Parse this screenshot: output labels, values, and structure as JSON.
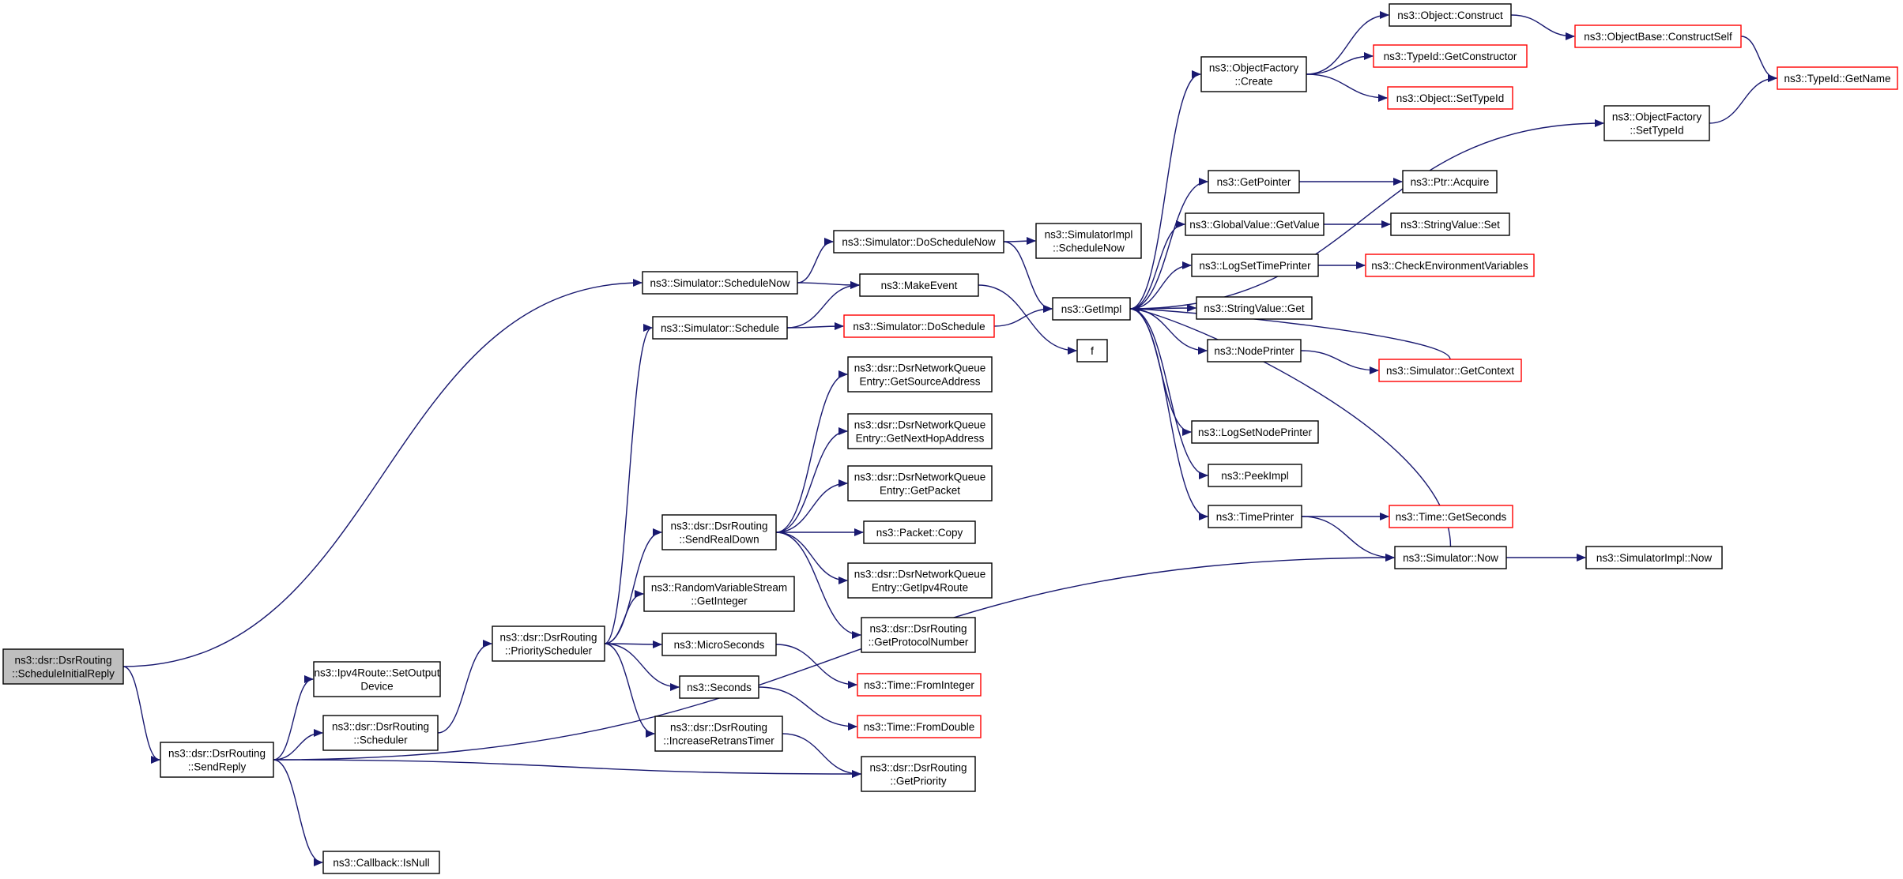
{
  "colors": {
    "edge": "#191970",
    "border": "#000000",
    "truncated_border": "#ff0000",
    "root_fill": "#bfbfbf",
    "node_fill": "#ffffff"
  },
  "nodes": [
    {
      "id": "n_schedule_initial_reply",
      "lines": [
        "ns3::dsr::DsrRouting",
        "::ScheduleInitialReply"
      ],
      "kind": "root"
    },
    {
      "id": "n_send_reply",
      "lines": [
        "ns3::dsr::DsrRouting",
        "::SendReply"
      ],
      "kind": "normal"
    },
    {
      "id": "n_ipv4_set_output_device",
      "lines": [
        "ns3::Ipv4Route::SetOutput",
        "Device"
      ],
      "kind": "normal"
    },
    {
      "id": "n_scheduler",
      "lines": [
        "ns3::dsr::DsrRouting",
        "::Scheduler"
      ],
      "kind": "normal"
    },
    {
      "id": "n_callback_isnull",
      "lines": [
        "ns3::Callback::IsNull"
      ],
      "kind": "normal"
    },
    {
      "id": "n_priority_scheduler",
      "lines": [
        "ns3::dsr::DsrRouting",
        "::PriorityScheduler"
      ],
      "kind": "normal"
    },
    {
      "id": "n_sim_schedule_now",
      "lines": [
        "ns3::Simulator::ScheduleNow"
      ],
      "kind": "normal"
    },
    {
      "id": "n_sim_schedule",
      "lines": [
        "ns3::Simulator::Schedule"
      ],
      "kind": "normal"
    },
    {
      "id": "n_send_real_down",
      "lines": [
        "ns3::dsr::DsrRouting",
        "::SendRealDown"
      ],
      "kind": "normal"
    },
    {
      "id": "n_rvs_get_integer",
      "lines": [
        "ns3::RandomVariableStream",
        "::GetInteger"
      ],
      "kind": "normal"
    },
    {
      "id": "n_micro_seconds",
      "lines": [
        "ns3::MicroSeconds"
      ],
      "kind": "normal"
    },
    {
      "id": "n_seconds",
      "lines": [
        "ns3::Seconds"
      ],
      "kind": "normal"
    },
    {
      "id": "n_increase_retrans",
      "lines": [
        "ns3::dsr::DsrRouting",
        "::IncreaseRetransTimer"
      ],
      "kind": "normal"
    },
    {
      "id": "n_sim_do_schedule_now",
      "lines": [
        "ns3::Simulator::DoScheduleNow"
      ],
      "kind": "normal"
    },
    {
      "id": "n_make_event",
      "lines": [
        "ns3::MakeEvent"
      ],
      "kind": "normal"
    },
    {
      "id": "n_sim_do_schedule",
      "lines": [
        "ns3::Simulator::DoSchedule"
      ],
      "kind": "truncated"
    },
    {
      "id": "n_nq_get_source_address",
      "lines": [
        "ns3::dsr::DsrNetworkQueue",
        "Entry::GetSourceAddress"
      ],
      "kind": "normal"
    },
    {
      "id": "n_nq_get_next_hop",
      "lines": [
        "ns3::dsr::DsrNetworkQueue",
        "Entry::GetNextHopAddress"
      ],
      "kind": "normal"
    },
    {
      "id": "n_nq_get_packet",
      "lines": [
        "ns3::dsr::DsrNetworkQueue",
        "Entry::GetPacket"
      ],
      "kind": "normal"
    },
    {
      "id": "n_packet_copy",
      "lines": [
        "ns3::Packet::Copy"
      ],
      "kind": "normal"
    },
    {
      "id": "n_nq_get_ipv4_route",
      "lines": [
        "ns3::dsr::DsrNetworkQueue",
        "Entry::GetIpv4Route"
      ],
      "kind": "normal"
    },
    {
      "id": "n_get_protocol_number",
      "lines": [
        "ns3::dsr::DsrRouting",
        "::GetProtocolNumber"
      ],
      "kind": "normal"
    },
    {
      "id": "n_time_from_integer",
      "lines": [
        "ns3::Time::FromInteger"
      ],
      "kind": "truncated"
    },
    {
      "id": "n_time_from_double",
      "lines": [
        "ns3::Time::FromDouble"
      ],
      "kind": "truncated"
    },
    {
      "id": "n_get_priority",
      "lines": [
        "ns3::dsr::DsrRouting",
        "::GetPriority"
      ],
      "kind": "normal"
    },
    {
      "id": "n_simimpl_schedule_now",
      "lines": [
        "ns3::SimulatorImpl",
        "::ScheduleNow"
      ],
      "kind": "normal"
    },
    {
      "id": "n_get_impl",
      "lines": [
        "ns3::GetImpl"
      ],
      "kind": "normal"
    },
    {
      "id": "n_f",
      "lines": [
        "f"
      ],
      "kind": "normal"
    },
    {
      "id": "n_object_factory_create",
      "lines": [
        "ns3::ObjectFactory",
        "::Create"
      ],
      "kind": "normal"
    },
    {
      "id": "n_get_pointer",
      "lines": [
        "ns3::GetPointer"
      ],
      "kind": "normal"
    },
    {
      "id": "n_global_value_get_value",
      "lines": [
        "ns3::GlobalValue::GetValue"
      ],
      "kind": "normal"
    },
    {
      "id": "n_log_set_time_printer",
      "lines": [
        "ns3::LogSetTimePrinter"
      ],
      "kind": "normal"
    },
    {
      "id": "n_string_value_get",
      "lines": [
        "ns3::StringValue::Get"
      ],
      "kind": "normal"
    },
    {
      "id": "n_node_printer",
      "lines": [
        "ns3::NodePrinter"
      ],
      "kind": "normal"
    },
    {
      "id": "n_log_set_node_printer",
      "lines": [
        "ns3::LogSetNodePrinter"
      ],
      "kind": "normal"
    },
    {
      "id": "n_peek_impl",
      "lines": [
        "ns3::PeekImpl"
      ],
      "kind": "normal"
    },
    {
      "id": "n_time_printer",
      "lines": [
        "ns3::TimePrinter"
      ],
      "kind": "normal"
    },
    {
      "id": "n_object_construct",
      "lines": [
        "ns3::Object::Construct"
      ],
      "kind": "normal"
    },
    {
      "id": "n_typeid_get_constructor",
      "lines": [
        "ns3::TypeId::GetConstructor"
      ],
      "kind": "truncated"
    },
    {
      "id": "n_object_set_typeid",
      "lines": [
        "ns3::Object::SetTypeId"
      ],
      "kind": "truncated"
    },
    {
      "id": "n_object_factory_set_typeid",
      "lines": [
        "ns3::ObjectFactory",
        "::SetTypeId"
      ],
      "kind": "normal"
    },
    {
      "id": "n_ptr_acquire",
      "lines": [
        "ns3::Ptr::Acquire"
      ],
      "kind": "normal"
    },
    {
      "id": "n_string_value_set",
      "lines": [
        "ns3::StringValue::Set"
      ],
      "kind": "normal"
    },
    {
      "id": "n_check_env_vars",
      "lines": [
        "ns3::CheckEnvironmentVariables"
      ],
      "kind": "truncated"
    },
    {
      "id": "n_sim_get_context",
      "lines": [
        "ns3::Simulator::GetContext"
      ],
      "kind": "truncated"
    },
    {
      "id": "n_time_get_seconds",
      "lines": [
        "ns3::Time::GetSeconds"
      ],
      "kind": "truncated"
    },
    {
      "id": "n_sim_now",
      "lines": [
        "ns3::Simulator::Now"
      ],
      "kind": "normal"
    },
    {
      "id": "n_object_base_construct_self",
      "lines": [
        "ns3::ObjectBase::ConstructSelf"
      ],
      "kind": "truncated"
    },
    {
      "id": "n_typeid_get_name",
      "lines": [
        "ns3::TypeId::GetName"
      ],
      "kind": "truncated"
    },
    {
      "id": "n_simimpl_now",
      "lines": [
        "ns3::SimulatorImpl::Now"
      ],
      "kind": "normal"
    }
  ],
  "edges": [
    {
      "from": "n_schedule_initial_reply",
      "to": "n_sim_schedule_now"
    },
    {
      "from": "n_schedule_initial_reply",
      "to": "n_send_reply"
    },
    {
      "from": "n_send_reply",
      "to": "n_ipv4_set_output_device"
    },
    {
      "from": "n_send_reply",
      "to": "n_scheduler"
    },
    {
      "from": "n_send_reply",
      "to": "n_get_priority"
    },
    {
      "from": "n_send_reply",
      "to": "n_sim_now"
    },
    {
      "from": "n_send_reply",
      "to": "n_callback_isnull"
    },
    {
      "from": "n_scheduler",
      "to": "n_priority_scheduler"
    },
    {
      "from": "n_priority_scheduler",
      "to": "n_sim_schedule"
    },
    {
      "from": "n_priority_scheduler",
      "to": "n_send_real_down"
    },
    {
      "from": "n_priority_scheduler",
      "to": "n_rvs_get_integer"
    },
    {
      "from": "n_priority_scheduler",
      "to": "n_micro_seconds"
    },
    {
      "from": "n_priority_scheduler",
      "to": "n_seconds"
    },
    {
      "from": "n_priority_scheduler",
      "to": "n_increase_retrans"
    },
    {
      "from": "n_sim_schedule_now",
      "to": "n_sim_do_schedule_now"
    },
    {
      "from": "n_sim_schedule_now",
      "to": "n_make_event"
    },
    {
      "from": "n_sim_schedule",
      "to": "n_make_event"
    },
    {
      "from": "n_sim_schedule",
      "to": "n_sim_do_schedule"
    },
    {
      "from": "n_send_real_down",
      "to": "n_nq_get_source_address"
    },
    {
      "from": "n_send_real_down",
      "to": "n_nq_get_next_hop"
    },
    {
      "from": "n_send_real_down",
      "to": "n_nq_get_packet"
    },
    {
      "from": "n_send_real_down",
      "to": "n_packet_copy"
    },
    {
      "from": "n_send_real_down",
      "to": "n_nq_get_ipv4_route"
    },
    {
      "from": "n_send_real_down",
      "to": "n_get_protocol_number"
    },
    {
      "from": "n_micro_seconds",
      "to": "n_time_from_integer"
    },
    {
      "from": "n_seconds",
      "to": "n_time_from_double"
    },
    {
      "from": "n_increase_retrans",
      "to": "n_get_priority"
    },
    {
      "from": "n_sim_do_schedule_now",
      "to": "n_simimpl_schedule_now"
    },
    {
      "from": "n_sim_do_schedule_now",
      "to": "n_get_impl"
    },
    {
      "from": "n_sim_do_schedule",
      "to": "n_get_impl"
    },
    {
      "from": "n_make_event",
      "to": "n_f"
    },
    {
      "from": "n_get_impl",
      "to": "n_object_factory_create"
    },
    {
      "from": "n_get_impl",
      "to": "n_object_factory_set_typeid"
    },
    {
      "from": "n_get_impl",
      "to": "n_get_pointer"
    },
    {
      "from": "n_get_impl",
      "to": "n_global_value_get_value"
    },
    {
      "from": "n_get_impl",
      "to": "n_log_set_time_printer"
    },
    {
      "from": "n_get_impl",
      "to": "n_string_value_get"
    },
    {
      "from": "n_get_impl",
      "to": "n_node_printer"
    },
    {
      "from": "n_get_impl",
      "to": "n_log_set_node_printer"
    },
    {
      "from": "n_get_impl",
      "to": "n_peek_impl"
    },
    {
      "from": "n_get_impl",
      "to": "n_time_printer"
    },
    {
      "from": "n_sim_get_context",
      "to": "n_get_impl"
    },
    {
      "from": "n_sim_now",
      "to": "n_get_impl"
    },
    {
      "from": "n_object_factory_create",
      "to": "n_object_construct"
    },
    {
      "from": "n_object_factory_create",
      "to": "n_typeid_get_constructor"
    },
    {
      "from": "n_object_factory_create",
      "to": "n_object_set_typeid"
    },
    {
      "from": "n_object_construct",
      "to": "n_object_base_construct_self"
    },
    {
      "from": "n_object_base_construct_self",
      "to": "n_typeid_get_name"
    },
    {
      "from": "n_object_factory_set_typeid",
      "to": "n_typeid_get_name"
    },
    {
      "from": "n_get_pointer",
      "to": "n_ptr_acquire"
    },
    {
      "from": "n_global_value_get_value",
      "to": "n_string_value_set"
    },
    {
      "from": "n_log_set_time_printer",
      "to": "n_check_env_vars"
    },
    {
      "from": "n_node_printer",
      "to": "n_sim_get_context"
    },
    {
      "from": "n_time_printer",
      "to": "n_time_get_seconds"
    },
    {
      "from": "n_time_printer",
      "to": "n_sim_now"
    },
    {
      "from": "n_sim_now",
      "to": "n_simimpl_now"
    }
  ]
}
